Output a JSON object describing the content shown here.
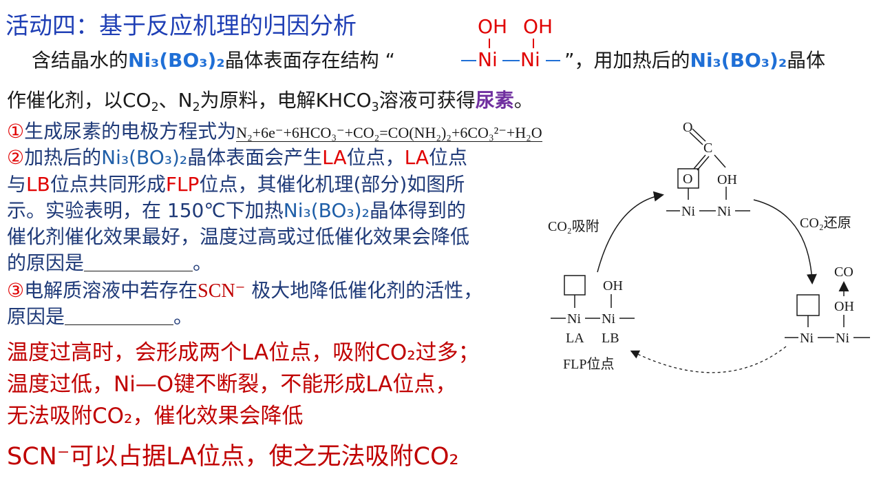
{
  "title": "活动四：基于反应机理的归因分析",
  "intro": {
    "text1": "含结晶水的",
    "crystal": "Ni₃(BO₃)₂",
    "text2": "晶体表面存在结构 “",
    "struct_oh1": "OH",
    "struct_oh2": "OH",
    "struct_ni1": "Ni",
    "struct_ni2": "Ni",
    "text3": " ”，用加热后的",
    "crystal2": "Ni₃(BO₃)₂",
    "text4": "晶体",
    "line2a": "作催化剂，以CO",
    "line2b": "、N",
    "line2c": "为原料，电解KHCO",
    "line2d": "溶液可获得",
    "product": "尿素",
    "line2e": "。"
  },
  "q1": {
    "num": "①",
    "text": "生成尿素的电极方程式为",
    "equation": "N₂+6e⁻+6HCO₃⁻+CO₂=CO(NH₂)₂+6CO₃²⁻+H₂O"
  },
  "q2": {
    "num": "②",
    "t1": "加热后的",
    "crystal": "Ni₃(BO₃)₂",
    "t2": "晶体表面会产生",
    "la": "LA",
    "t3": "位点，",
    "la2": "LA",
    "t4": "位点",
    "t5": "与",
    "lb": "LB",
    "t6": "位点共同形成",
    "flp": "FLP",
    "t7": "位点，其催化机理(部分)如图所",
    "t8": "示。实验表明，在 150℃下加热",
    "crystal2": "Ni₃(BO₃)₂",
    "t9": "晶体得到的",
    "t10": "催化剂催化效果最好，温度过高或过低催化效果会降低",
    "t11": "的原因是",
    "t12": "。"
  },
  "q3": {
    "num": "③",
    "t1": "电解质溶液中若存在",
    "scn": "SCN⁻",
    "t2": " 极大地降低催化剂的活性，",
    "t3": "原因是",
    "t4": "。"
  },
  "answers": {
    "a2_line1": "温度过高时，会形成两个LA位点，吸附CO₂过多；",
    "a2_line2": "温度过低，Ni—O键不断裂，不能形成LA位点，",
    "a2_line3": "无法吸附CO₂，催化效果会降低",
    "a3": "SCN⁻可以占据LA位点，使之无法吸附CO₂"
  },
  "diagram": {
    "co2_adsorb": "CO₂吸附",
    "co2_reduce": "CO₂还原",
    "la": "LA",
    "lb": "LB",
    "flp": "FLP位点",
    "oh": "OH",
    "ni": "Ni",
    "o": "O",
    "c": "C",
    "co": "CO"
  },
  "colors": {
    "title": "#1f3fb5",
    "crystal": "#1f6fd6",
    "product": "#7030a0",
    "highlight": "#e00000",
    "answer": "#c00000",
    "question": "#1f3a78"
  }
}
